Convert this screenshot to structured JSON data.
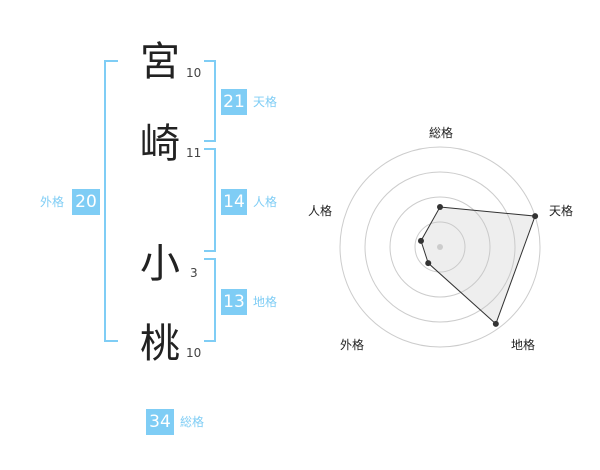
{
  "name": {
    "chars": [
      {
        "char": "宮",
        "strokes": "10"
      },
      {
        "char": "崎",
        "strokes": "11"
      },
      {
        "char": "小",
        "strokes": "3"
      },
      {
        "char": "桃",
        "strokes": "10"
      }
    ]
  },
  "scores": {
    "ten": {
      "value": "21",
      "label": "天格"
    },
    "jin": {
      "value": "14",
      "label": "人格"
    },
    "chi": {
      "value": "13",
      "label": "地格"
    },
    "gai": {
      "value": "20",
      "label": "外格"
    },
    "sou": {
      "value": "34",
      "label": "総格"
    }
  },
  "colors": {
    "accent": "#7fcdf5",
    "text": "#222222"
  },
  "chart_data": {
    "type": "radar",
    "axes": [
      "総格",
      "天格",
      "地格",
      "外格",
      "人格"
    ],
    "values": [
      0.4,
      1.0,
      0.95,
      0.2,
      0.2
    ],
    "rings": 4
  }
}
